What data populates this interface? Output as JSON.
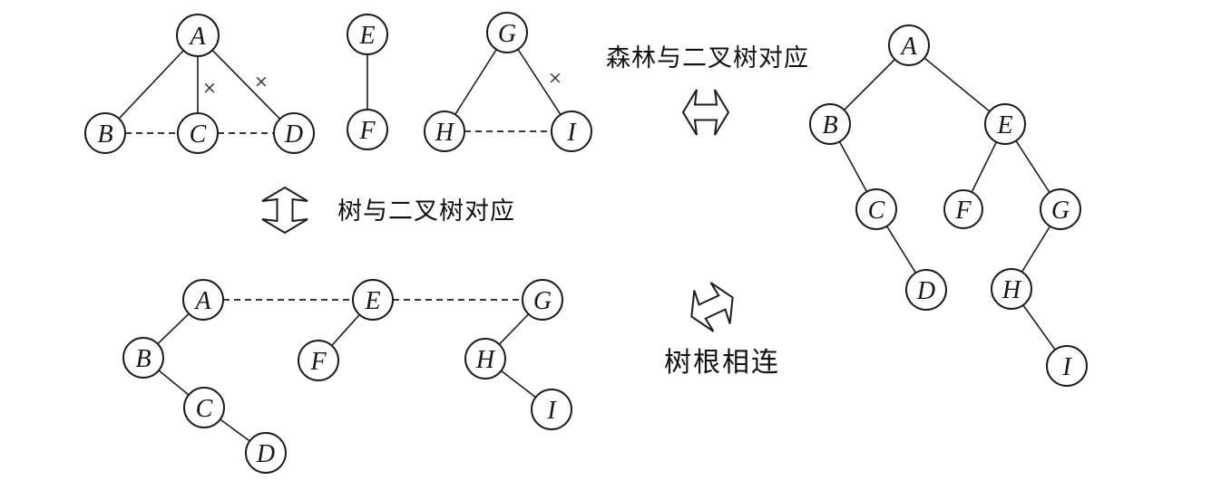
{
  "captions": {
    "tree_binary": "树与二叉树对应",
    "forest_binary": "森林与二叉树对应",
    "roots_connected": "树根相连"
  },
  "cut_mark": "×",
  "icons": {
    "vertical_double_arrow": "hollow barbed up-down arrow",
    "horizontal_double_arrow": "hollow barbed left-right arrow",
    "diagonal_double_arrow": "hollow barbed double arrow rotated"
  },
  "colors": {
    "line": "#1c1c1c",
    "background": "#ffffff",
    "node_fill": "#ffffff"
  },
  "top_forest": {
    "t1": {
      "A": "A",
      "B": "B",
      "C": "C",
      "D": "D"
    },
    "t2": {
      "E": "E",
      "F": "F"
    },
    "t3": {
      "G": "G",
      "H": "H",
      "I": "I"
    }
  },
  "linked_forest": {
    "A": "A",
    "B": "B",
    "C": "C",
    "D": "D",
    "E": "E",
    "F": "F",
    "G": "G",
    "H": "H",
    "I": "I"
  },
  "binary_tree": {
    "A": "A",
    "B": "B",
    "C": "C",
    "D": "D",
    "E": "E",
    "F": "F",
    "G": "G",
    "H": "H",
    "I": "I"
  },
  "edges": {
    "top_forest": [
      "A-B",
      "A-C cut",
      "A-D cut",
      "B--C dashed",
      "C--D dashed",
      "E-F",
      "G-H",
      "G-I cut",
      "H--I dashed"
    ],
    "linked_forest": [
      "A-B",
      "B-C",
      "C-D",
      "E-F",
      "G-H",
      "H-I",
      "A--E dashed",
      "E--G dashed"
    ],
    "binary_tree": [
      "A-B",
      "A-E",
      "B-C",
      "C-D",
      "E-F",
      "E-G",
      "G-H",
      "H-I"
    ]
  }
}
